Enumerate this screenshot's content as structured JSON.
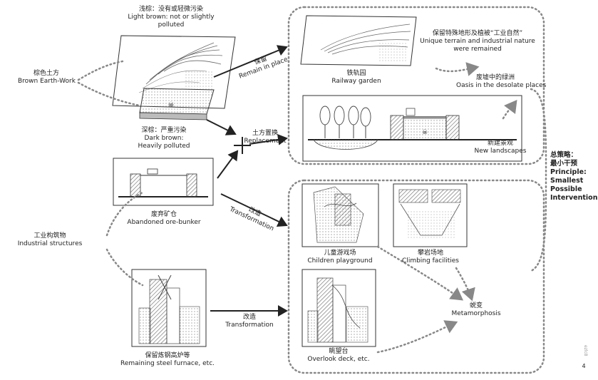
{
  "light_brown": {
    "zh": "浅棕：没有或轻微污染",
    "en1": "Light brown: not or slightly",
    "en2": "polluted"
  },
  "brown_earthwork": {
    "zh": "棕色土方",
    "en": "Brown Earth-Work"
  },
  "dark_brown": {
    "zh": "深棕：严重污染",
    "en1": "Dark brown:",
    "en2": "Heavily polluted"
  },
  "remain": {
    "zh": "保留",
    "en": "Remain in place"
  },
  "replacement": {
    "zh": "土方置换",
    "en": "Replacement"
  },
  "transformation_upper": {
    "zh": "改造",
    "en": "Transformation"
  },
  "transformation_lower": {
    "zh": "改造",
    "en": "Transformation"
  },
  "railway_garden": {
    "zh": "铁轨园",
    "en": "Railway garden"
  },
  "unique_terrain": {
    "zh": "保留特殊地形及植被“工业自然”",
    "en1": "Unique terrain and industrial nature",
    "en2": "were remained"
  },
  "oasis": {
    "zh": "废墟中的绿洲",
    "en": "Oasis in the desolate places"
  },
  "new_landscapes": {
    "zh": "新建景观",
    "en": "New landscapes"
  },
  "ore_bunker": {
    "zh": "废弃矿仓",
    "en": "Abandoned ore-bunker"
  },
  "industrial_structures": {
    "zh": "工业构筑物",
    "en": "Industrial structures"
  },
  "steel_furnace": {
    "zh": "保留炼钢高炉等",
    "en": "Remaining steel furnace, etc."
  },
  "children_playground": {
    "zh": "儿童游戏场",
    "en": "Children playground"
  },
  "climbing": {
    "zh": "攀岩场地",
    "en": "Climbing facilities"
  },
  "overlook": {
    "zh": "眺望台",
    "en": "Overlook deck, etc."
  },
  "metamorphosis": {
    "zh": "蜕变",
    "en": "Metamorphosis"
  },
  "strategy": {
    "zh1": "总策略：",
    "zh2": "最小干预",
    "en1": "Principle:",
    "en2": "Smallest",
    "en3": "Possible",
    "en4": "Intervention"
  },
  "page_number": "4",
  "watermark": "ezlc8",
  "colors": {
    "ink": "#222222",
    "dotted": "#888888",
    "sketch": "#555555"
  }
}
